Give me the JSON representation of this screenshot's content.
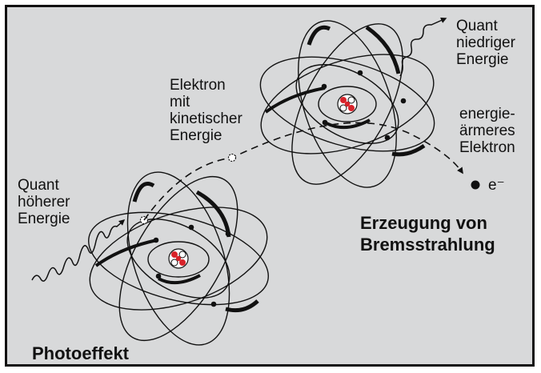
{
  "colors": {
    "background": "#d8d9da",
    "line": "#111111",
    "nucleus_red": "#d8232a"
  },
  "labels": {
    "quant_high": [
      "Quant",
      "höherer",
      "Energie"
    ],
    "electron_kinetic": [
      "Elektron",
      "mit",
      "kinetischer",
      "Energie"
    ],
    "quant_low": [
      "Quant",
      "niedriger",
      "Energie"
    ],
    "electron_lowenergy": [
      "energie-",
      "ärmeres",
      "Elektron"
    ],
    "electron_symbol": "e⁻",
    "title_bremsstrahlung": [
      "Erzeugung von",
      "Bremsstrahlung"
    ],
    "title_photoeffect": "Photoeffekt"
  }
}
